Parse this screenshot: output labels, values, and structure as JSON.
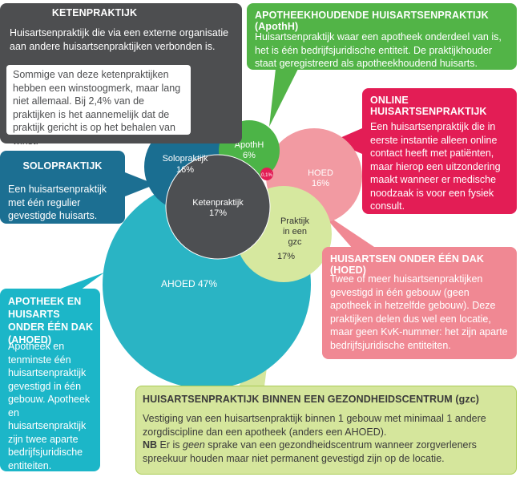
{
  "circles": {
    "solo": {
      "label": "Solopraktijk",
      "value": "16%"
    },
    "apothh": {
      "label": "ApothH",
      "value": "6%"
    },
    "online": {
      "value": "0,1%"
    },
    "hoed": {
      "label": "HOED",
      "value": "16%"
    },
    "keten": {
      "label": "Ketenpraktijk",
      "value": "17%"
    },
    "gzc": {
      "label_lines": [
        "Praktijk",
        "in een",
        "gzc"
      ],
      "value": "17%"
    },
    "ahoed": {
      "label": "AHOED 47%"
    }
  },
  "boxes": {
    "keten": {
      "title": "KETENPRAKTIJK",
      "body": "Huisartsenpraktijk die via een externe organisatie aan andere huisartsenpraktijken verbonden is.",
      "note": "Sommige van deze ketenpraktijken hebben een winstoogmerk, maar lang niet allemaal. Bij 2,4% van de praktijken is het aannemelijk dat de praktijk gericht is op het behalen van winst."
    },
    "apothh": {
      "title": "APOTHEEKHOUDENDE HUISARTSENPRAKTIJK (ApothH)",
      "body": "Huisartsenpraktijk waar een apotheek onderdeel van is, het is één bedrijfsjuridische entiteit. De praktijkhouder staat geregistreerd als apotheekhoudend huisarts."
    },
    "online": {
      "title": "ONLINE HUISARTSENPRAKTIJK",
      "body": "Een huisartsenpraktijk die in eerste instantie alleen online contact heeft met patiënten, maar hierop een uitzondering maakt wanneer er medische noodzaak is voor een fysiek consult."
    },
    "solo": {
      "title": "SOLOPRAKTIJK",
      "body": "Een huisartsenpraktijk met één regulier gevestigde huisarts."
    },
    "hoed": {
      "title": "HUISARTSEN ONDER ÉÉN DAK (HOED)",
      "body": "Twee of meer huisartsenpraktijken gevestigd in één gebouw (geen apotheek in hetzelfde gebouw). Deze praktijken delen dus wel een locatie, maar geen KvK-nummer: het zijn aparte bedrijfsjuridische entiteiten."
    },
    "ahoed": {
      "title": "APOTHEEK EN HUISARTS ONDER ÉÉN DAK (AHOED)",
      "body": "Apotheek en tenminste één huisartsenpraktijk gevestigd in één gebouw. Apotheek en huisartsenpraktijk zijn twee aparte bedrijfsjuridische entiteiten."
    },
    "gzc": {
      "title": "HUISARTSENPRAKTIJK BINNEN EEN GEZONDHEIDSCENTRUM (gzc)",
      "body": "Vestiging van een huisartsenpraktijk binnen 1 gebouw met minimaal 1 andere zorgdiscipline dan een apotheek (anders een AHOED).",
      "nb_label": "NB",
      "nb_pre": " Er is ",
      "nb_em": "geen",
      "nb_post": " sprake van een gezondheidscentrum wanneer zorgverleners spreekuur houden maar niet permanent gevestigd zijn op de locatie."
    }
  },
  "colors": {
    "keten": "#4d4e50",
    "apothh": "#52b447",
    "online": "#e31d55",
    "solo": "#1c6f92",
    "hoed": "#f08893",
    "ahoed": "#1cb6c8",
    "gzc": "#d5e69c"
  }
}
